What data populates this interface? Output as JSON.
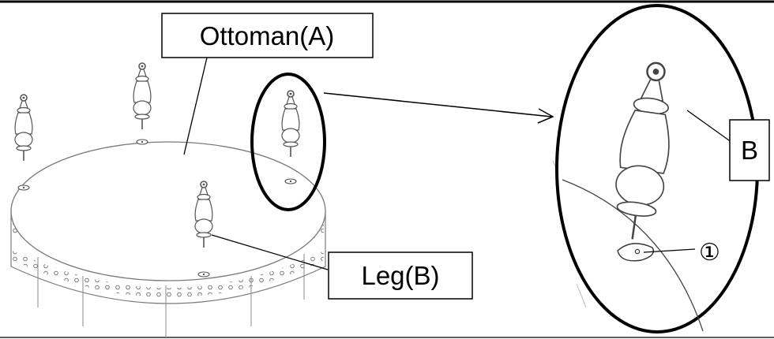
{
  "diagram": {
    "labels": {
      "ottoman": "Ottoman(A)",
      "leg": "Leg(B)",
      "detail_leg": "B",
      "hole_marker": "①"
    },
    "colors": {
      "ink": "#000000",
      "sketch": "#555555",
      "sketch_light": "#8a8a8a",
      "background": "#ffffff"
    }
  }
}
